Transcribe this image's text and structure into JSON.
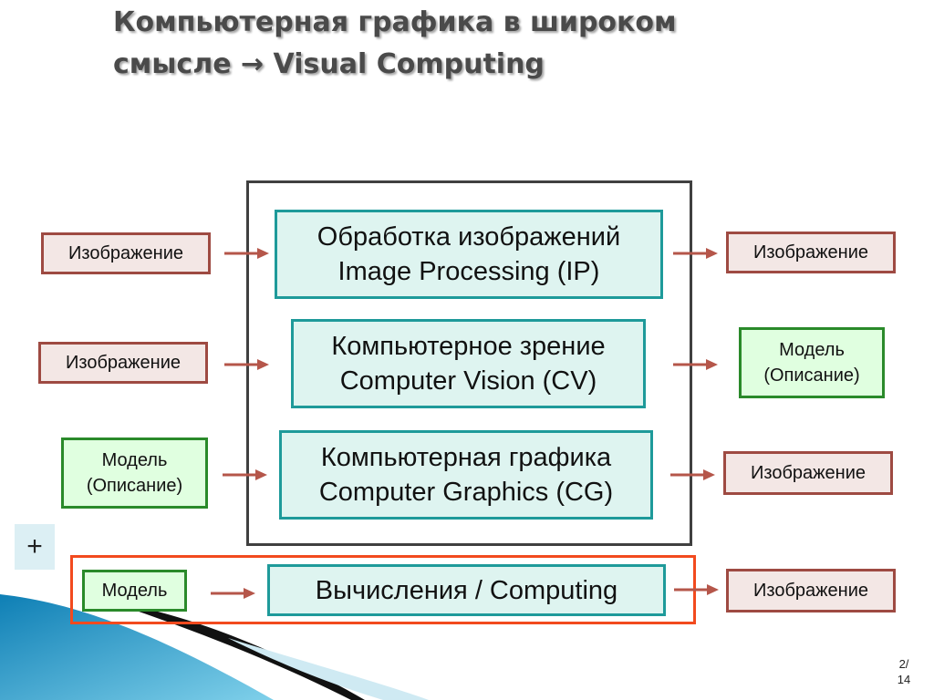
{
  "title": {
    "line1": "Компьютерная графика в широком",
    "line2": "смысле → Visual Computing"
  },
  "center": {
    "ip": {
      "line1": "Обработка изображений",
      "line2": "Image Processing (IP)"
    },
    "cv": {
      "line1": "Компьютерное зрение",
      "line2": "Computer Vision (CV)"
    },
    "cg": {
      "line1": "Компьютерная графика",
      "line2": "Computer Graphics (CG)"
    },
    "computing": "Вычисления / Computing"
  },
  "inputs": {
    "ip": "Изображение",
    "cv": "Изображение",
    "cg": {
      "line1": "Модель",
      "line2": "(Описание)"
    },
    "computing": "Модель"
  },
  "outputs": {
    "ip": "Изображение",
    "cv": {
      "line1": "Модель",
      "line2": "(Описание)"
    },
    "cg": "Изображение",
    "computing": "Изображение"
  },
  "plus": "+",
  "page": {
    "current": "2/",
    "total": "14"
  },
  "colors": {
    "image_box_fill": "#f3e7e5",
    "image_box_border": "#9e4a42",
    "model_box_fill": "#e0ffe0",
    "model_box_border": "#2a8a2a",
    "center_fill": "#def4f0",
    "center_border": "#1e9a9a",
    "arrow": "#b5564a",
    "highlight_frame": "#f24a1e",
    "group_frame": "#404040"
  }
}
